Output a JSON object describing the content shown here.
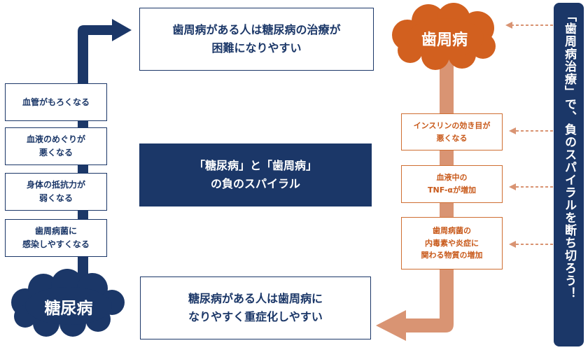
{
  "top_right_box": [
    "歯周病がある人は糖尿病の治療が",
    "困難になりやすい"
  ],
  "bottom_right_box": [
    "糖尿病がある人は歯周病に",
    "なりやすく重症化しやすい"
  ],
  "center_box": [
    "「糖尿病」と「歯周病」",
    "の負のスパイラル"
  ],
  "cloud_periodontal": "歯周病",
  "cloud_diabetes": "糖尿病",
  "left_boxes": [
    [
      "血管がもろくなる"
    ],
    [
      "血液のめぐりが",
      "悪くなる"
    ],
    [
      "身体の抵抗力が",
      "弱くなる"
    ],
    [
      "歯周病菌に",
      "感染しやすくなる"
    ]
  ],
  "right_boxes": [
    [
      "インスリンの効き目が",
      "悪くなる"
    ],
    [
      "血液中の",
      "TNF-αが増加"
    ],
    [
      "歯周病菌の",
      "内毒素や炎症に",
      "関わる物質の増加"
    ]
  ],
  "vertical_banner": "「歯周病治療」で、負のスパイラルを断ち切ろう！",
  "colors": {
    "navy": "#1b3768",
    "orange": "#d2601f",
    "light_orange": "#d99473"
  }
}
